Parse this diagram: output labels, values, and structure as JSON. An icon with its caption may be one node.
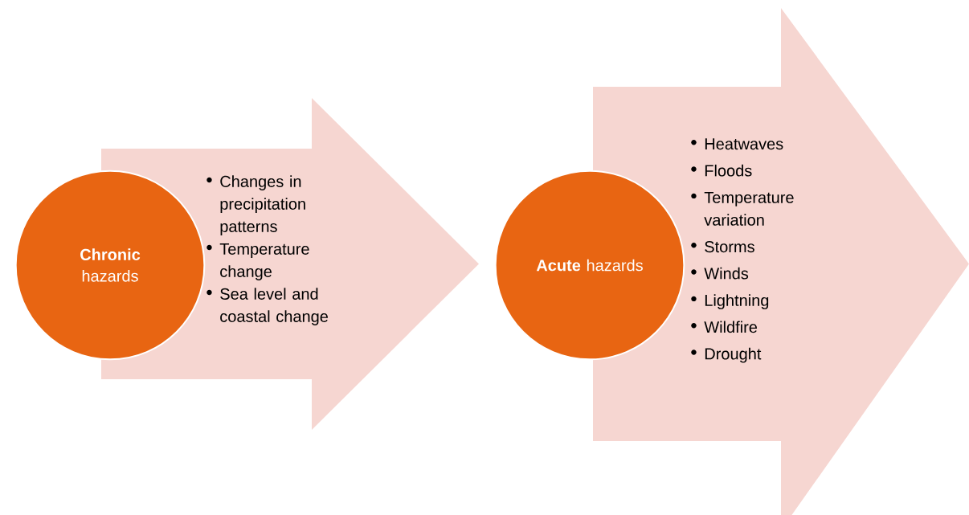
{
  "diagram": {
    "nodes": [
      {
        "text": [
          "**Chronic** hazards"
        ]
      },
      {
        "text": [
          "Changes in precipitation patterns",
          "Temperature change",
          "Sea level and coastal change"
        ]
      },
      {
        "text": [
          "**Acute** hazards"
        ]
      },
      {
        "text": [
          "Heatwaves",
          "Floods",
          "Temperature variation",
          "Storms",
          "Winds",
          "Lightning",
          "Wildfire",
          "Drought"
        ]
      }
    ]
  }
}
